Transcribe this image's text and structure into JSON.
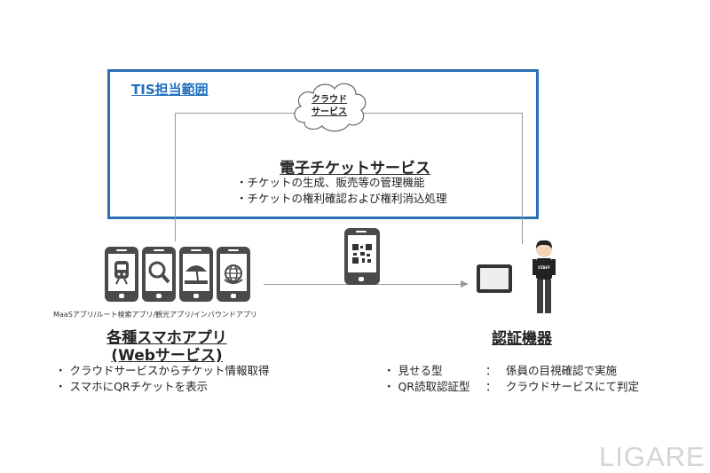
{
  "scope": {
    "title": "TIS担当範囲",
    "border_color": "#2a6fb0",
    "title_color": "#1f6fbf"
  },
  "cloud": {
    "line1": "クラウド",
    "line2": "サービス"
  },
  "eticket": {
    "title": "電子チケットサービス",
    "bullets": [
      "・チケットの生成、販売等の管理機能",
      "・チケットの権利確認および権利消込処理"
    ]
  },
  "apps": {
    "icons": [
      "train-icon",
      "search-icon",
      "beach-umbrella-icon",
      "globe-icon"
    ],
    "caption": "MaaSアプリ/ルート検索アプリ/観光アプリ/インバウンドアプリ",
    "title_line1": "各種スマホアプリ",
    "title_line2": "(Webサービス)",
    "bullets": [
      "・ クラウドサービスからチケット情報取得",
      "・ スマホにQRチケットを表示"
    ]
  },
  "auth": {
    "title": "認証機器",
    "staff_label": "STAFF",
    "rows": [
      {
        "type": "・ 見せる型",
        "sep": "：",
        "desc": "係員の目視確認で実施"
      },
      {
        "type": "・ QR読取認証型",
        "sep": "：",
        "desc": "クラウドサービスにて判定"
      }
    ]
  },
  "watermark": "LIGARE"
}
